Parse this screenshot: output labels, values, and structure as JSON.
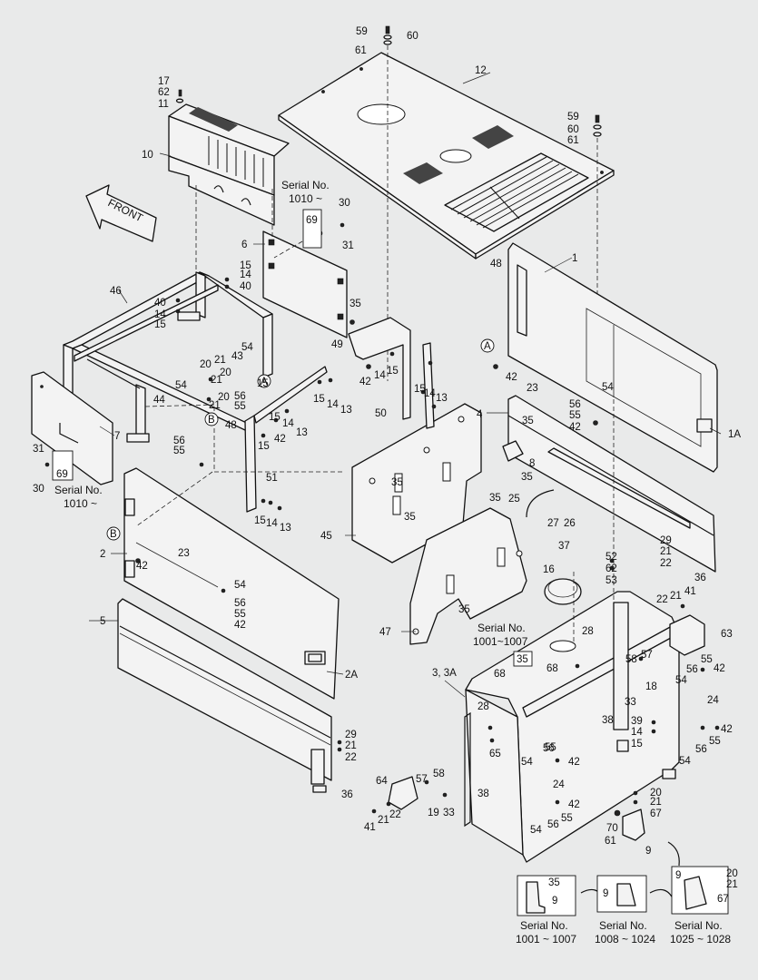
{
  "callouts": [
    "59",
    "60",
    "61",
    "12",
    "17",
    "62",
    "11",
    "10",
    "59",
    "60",
    "61",
    "1",
    "15",
    "14",
    "40",
    "46",
    "6",
    "30",
    "31",
    "40",
    "14",
    "15",
    "48",
    "35",
    "49",
    "20",
    "21",
    "54",
    "43",
    "56",
    "55",
    "42",
    "14",
    "15",
    "15",
    "14",
    "13",
    "13",
    "15",
    "14",
    "13",
    "50",
    "4",
    "35",
    "56",
    "55",
    "42",
    "54",
    "23",
    "42",
    "1A",
    "44",
    "20",
    "21",
    "48",
    "15",
    "42",
    "51",
    "56",
    "55",
    "7",
    "31",
    "30",
    "8",
    "35",
    "35",
    "25",
    "27",
    "26",
    "35",
    "45",
    "15",
    "14",
    "13",
    "2",
    "42",
    "23",
    "54",
    "56",
    "55",
    "42",
    "52",
    "62",
    "53",
    "29",
    "21",
    "22",
    "36",
    "37",
    "16",
    "21",
    "22",
    "41",
    "63",
    "47",
    "35",
    "28",
    "68",
    "68",
    "58",
    "57",
    "18",
    "33",
    "55",
    "42",
    "56",
    "24",
    "54",
    "39",
    "14",
    "15",
    "42",
    "56",
    "55",
    "54",
    "38",
    "3, 3A",
    "28",
    "65",
    "56",
    "55",
    "54",
    "42",
    "24",
    "42",
    "54",
    "56",
    "55",
    "64",
    "57",
    "58",
    "19",
    "33",
    "38",
    "29",
    "21",
    "22",
    "36",
    "41",
    "21",
    "22",
    "20",
    "21",
    "67",
    "70",
    "61",
    "9",
    "5",
    "2A",
    "35",
    "9",
    "9",
    "9",
    "20",
    "21",
    "67"
  ],
  "serial_notes": {
    "top_center": "Serial No.\n1010 ~",
    "left": "Serial No.\n1010 ~",
    "mid": "Serial No.\n1001~1007",
    "inset1": "Serial No.\n1001 ~ 1007",
    "inset2": "Serial No.\n1008 ~ 1024",
    "inset3": "Serial No.\n1025 ~ 1028"
  },
  "boxed_callouts": [
    "69",
    "69",
    "35"
  ],
  "circled_refs": [
    "A",
    "A",
    "B",
    "B"
  ],
  "front_arrow": "FRONT",
  "icons": [
    "front-arrow-icon"
  ]
}
